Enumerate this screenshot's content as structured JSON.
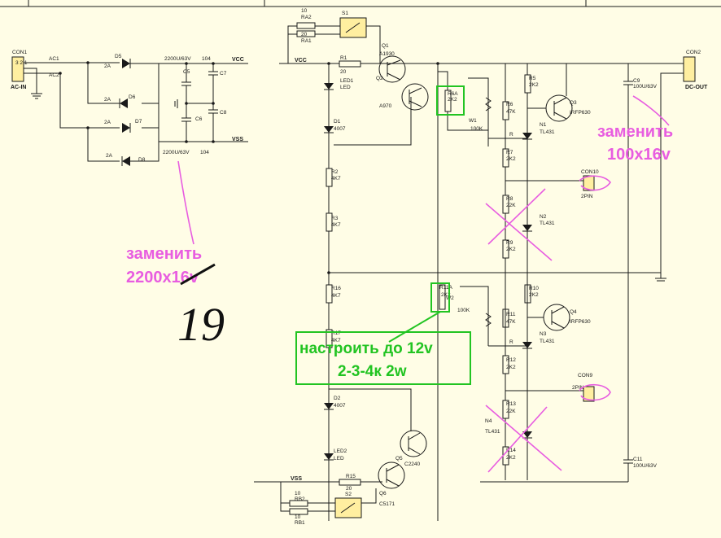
{
  "labels": {
    "con1": "CON1",
    "con1_pins": "3 2 1",
    "ac_in": "AC-IN",
    "ac1": "AC1",
    "ac2": "AC2",
    "d5": "D5",
    "d6": "D6",
    "d7": "D7",
    "d8": "D8",
    "a2": "2A",
    "c5_val": "2200U/63V",
    "c5": "C5",
    "c6": "C6",
    "c6_val": "2200U/63V",
    "c7": "C7",
    "c8": "C8",
    "v104a": "104",
    "v104b": "104",
    "vcc": "VCC",
    "vss": "VSS",
    "vcc2": "VCC",
    "vss2": "VSS",
    "ra2": "RA2",
    "ra1": "RA1",
    "r10a": "10",
    "r20a": "20",
    "s1": "S1",
    "q1": "Q1",
    "a1930": "A1930",
    "q2": "Q2",
    "a970": "A970",
    "r1": "R1",
    "r1v": "20",
    "led1": "LED1",
    "led": "LED",
    "d1": "D1",
    "d1v": "4007",
    "r2": "R2",
    "r2v": "4K7",
    "r3": "R3",
    "r3v": "4K7",
    "r6a": "R6A",
    "r6av": "2K2",
    "w1": "W1",
    "w1v": "100K",
    "r5": "R5",
    "r5v": "2K2",
    "r6": "R6",
    "r6v": "47K",
    "r7": "R7",
    "r7v": "2K2",
    "n1": "N1",
    "tl431": "TL431",
    "q3": "Q3",
    "irf": "IRFP630",
    "r8": "R8",
    "r8v": "22K",
    "n2": "N2",
    "r9": "R9",
    "r9v": "2K2",
    "con10": "CON10",
    "pin2": "2PIN",
    "con2": "CON2",
    "dcout": "DC-OUT",
    "c9": "C9",
    "c9v": "100U/63V",
    "r16": "R16",
    "r16v": "4K7",
    "r11a": "R11A",
    "r11av": "2K2",
    "w2": "W2",
    "w2v": "100K",
    "r10": "R10",
    "r10v": "2K2",
    "r11": "R11",
    "r11v": "47K",
    "n3": "N3",
    "q4": "Q4",
    "r17": "R17",
    "r17v": "4K7",
    "r12": "R12",
    "r12v": "2K2",
    "con9": "CON9",
    "pin2b": "2PIN",
    "r13": "R13",
    "r13v": "22K",
    "n4": "N4",
    "r14": "R14",
    "r14v": "2K2",
    "d2": "D2",
    "d2v": "4007",
    "c2240": "C2240",
    "q5": "Q5",
    "led2": "LED2",
    "led2v": "LED",
    "r15": "R15",
    "r15v": "20",
    "q6": "Q6",
    "c5171": "C5171",
    "c11": "C11",
    "c11v": "100U/63V",
    "rb2": "RB2",
    "rb1": "RB1",
    "s2": "S2",
    "r10b": "10",
    "r10c": "10"
  },
  "annotations": {
    "replace1_line1": "заменить",
    "replace1_line2": "2200x16v",
    "handwritten": "19",
    "replace2_line1": "заменить",
    "replace2_line2": "100x16v",
    "tune_line1": "настроить до 12v",
    "tune_line2": "2-3-4к 2w"
  },
  "colors": {
    "pink": "#e85de0",
    "green": "#22c422",
    "background": "#fffde6"
  }
}
